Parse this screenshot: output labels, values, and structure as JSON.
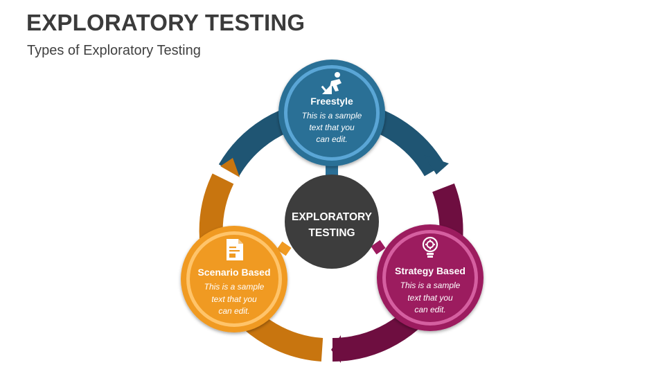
{
  "slide": {
    "title": "EXPLORATORY TESTING",
    "subtitle": "Types of Exploratory Testing"
  },
  "center": {
    "line1": "EXPLORATORY",
    "line2": "TESTING"
  },
  "nodes": [
    {
      "title": "Freestyle",
      "desc": [
        "This is a sample",
        "text that you",
        "can edit."
      ],
      "icon": "skier-icon",
      "color": "#2b6f96"
    },
    {
      "title": "Strategy Based",
      "desc": [
        "This is a sample",
        "text that you",
        "can edit."
      ],
      "icon": "lightbulb-gear-icon",
      "color": "#9c1a5e"
    },
    {
      "title": "Scenario Based",
      "desc": [
        "This is a sample",
        "text that you",
        "can edit."
      ],
      "icon": "document-icon",
      "color": "#f09a22"
    }
  ],
  "colors": {
    "blue_dark": "#1f5573",
    "blue": "#2b6f96",
    "blue_light": "#5aa6d6",
    "magenta_dark": "#6e0e40",
    "magenta": "#9c1a5e",
    "magenta_light": "#d55fa0",
    "orange_dark": "#c8750f",
    "orange": "#f09a22",
    "orange_light": "#ffc46a",
    "center": "#3d3d3d"
  }
}
